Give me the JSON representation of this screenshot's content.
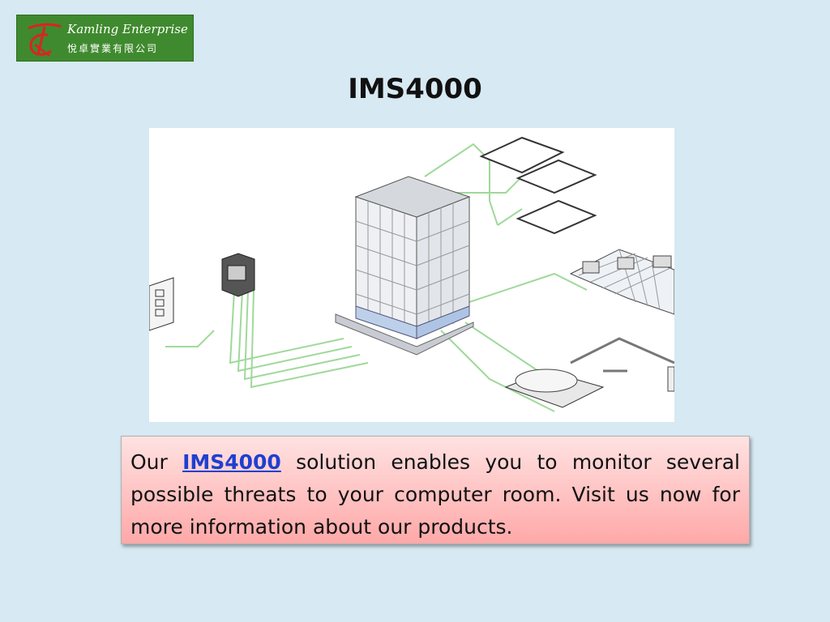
{
  "logo": {
    "name_en": "Kamling Enterprise",
    "name_zh": "悅卓實業有限公司",
    "mark_icon": "kamling-logo-mark-icon"
  },
  "page": {
    "title": "IMS4000"
  },
  "diagram": {
    "icon": "building-monitoring-network-diagram",
    "line_color": "#9fd99a"
  },
  "caption": {
    "prefix": "Our",
    "link_text": "IMS4000",
    "suffix": "solution enables you to monitor several possible threats to your computer room. Visit us now for more information about our products."
  },
  "colors": {
    "background": "#d7e9f3",
    "logo_green": "#3f8a2e",
    "caption_top": "#ffe2e2",
    "caption_bottom": "#ffa8a8",
    "link": "#1f3fd0"
  }
}
